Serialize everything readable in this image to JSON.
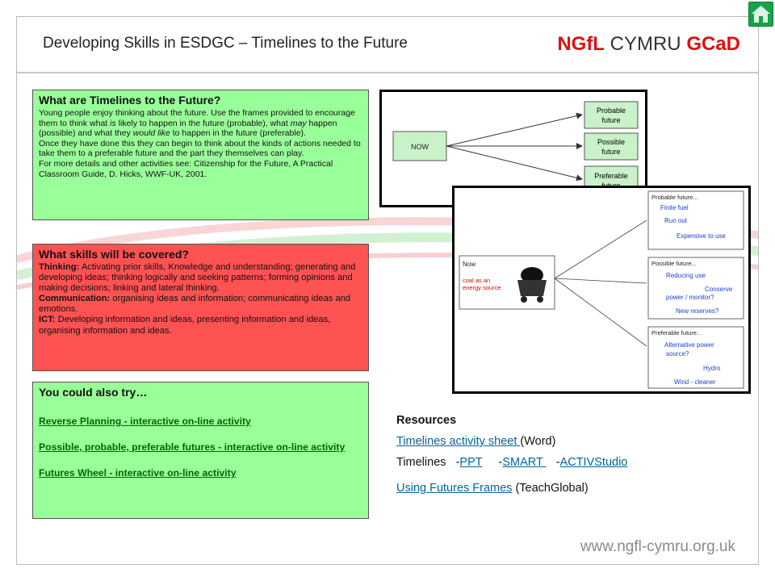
{
  "header": {
    "title": "Developing Skills in ESDGC – Timelines to the Future",
    "brand_prefix": "NGfL",
    "brand_middle": " CYMRU ",
    "brand_suffix": "GCaD"
  },
  "box_what": {
    "heading": "What are Timelines to the Future?",
    "line1": "Young people enjoy thinking about the future.  Use the frames provided to encourage them to think what ",
    "line1_em1": "is",
    "line1b": " likely to happen in the future (probable), what ",
    "line1_em2": "may",
    "line1c": " happen (possible) and what they ",
    "line1_em3": "would like",
    "line1d": " to happen in the future (preferable).",
    "line2": "Once they have done this they can begin to think about the kinds of actions needed to take them to a preferable future and the part they themselves can play.",
    "line3": "For more details and other activities see: Citizenship for the Future, A Practical Classroom Guide, D. Hicks, WWF-UK, 2001."
  },
  "box_skills": {
    "heading": "What skills will be covered?",
    "thinking_label": "Thinking:",
    "thinking_text": " Activating prior skills, Knowledge and understanding; generating and developing ideas; thinking logically and seeking patterns; forming opinions and making decisions; linking and lateral thinking.",
    "comm_label": "Communication:",
    "comm_text": " organising ideas and information; communicating ideas and emotions.",
    "ict_label": "ICT:",
    "ict_text": " Developing information and ideas, presenting information and ideas, organising information and ideas."
  },
  "box_try": {
    "heading": "You could also try…",
    "links": [
      "Reverse Planning - interactive on-line activity",
      "Possible, probable, preferable futures - interactive on-line activity",
      "Futures Wheel  - interactive on-line activity"
    ]
  },
  "diagram1": {
    "now": "NOW",
    "probable_1": "Probable",
    "probable_2": "future",
    "possible_1": "Possible",
    "possible_2": "future",
    "preferable_1": "Preferable",
    "preferable_2": "future"
  },
  "diagram2": {
    "now": "Now",
    "coal_1": "coal as an",
    "coal_2": "energy source",
    "probable_title": "Probable future...",
    "probable_items": [
      "Finite fuel",
      "Run out",
      "Expensive to use"
    ],
    "possible_title": "Possible future...",
    "possible_items": [
      "Reducing use",
      "Conserve",
      "power / monitor?",
      "New reserves?"
    ],
    "preferable_title": "Preferable future...",
    "preferable_items": [
      "Alternative power",
      "source?",
      "Hydro",
      "Wind - cleaner"
    ]
  },
  "resources": {
    "title": "Resources",
    "sheet_link": "Timelines activity sheet ",
    "sheet_suffix": "(Word)",
    "timelines_label": "Timelines   -",
    "ppt": "PPT",
    "sep1": "     -",
    "smart": "SMART ",
    "sep2": "   -",
    "activ": "ACTIVStudio",
    "frames_link": "Using Futures Frames",
    "frames_suffix": " (TeachGlobal)"
  },
  "footer": {
    "url": "www.ngfl-cymru.org.uk"
  },
  "colors": {
    "green_box": "#99ff99",
    "red_box": "#ff5252",
    "brand_red": "#e01010",
    "link_green": "#006600",
    "link_blue": "#006699",
    "home_green": "#16a34a",
    "diagram_box_green": "#c9f2c9"
  },
  "icons": {
    "home": "home-icon",
    "coal_cart": "coal-cart-icon"
  }
}
